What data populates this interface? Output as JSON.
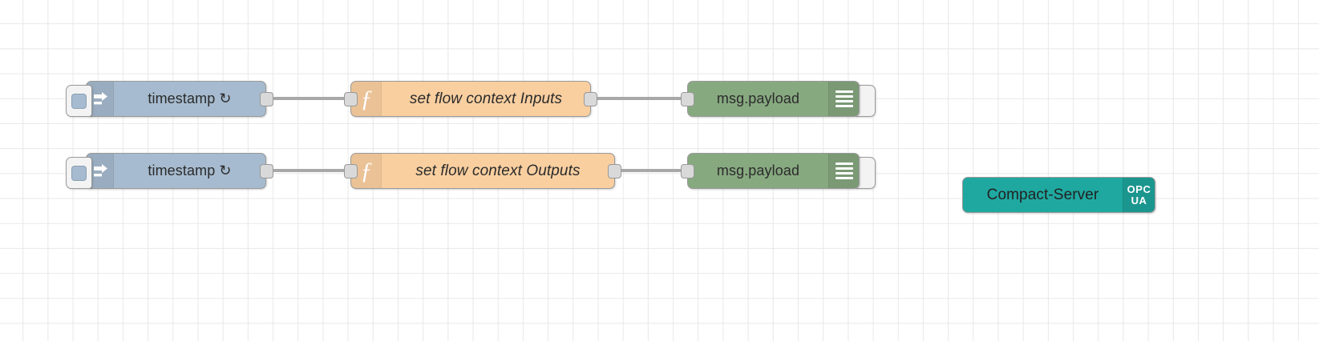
{
  "editor": {
    "name": "node-red-flow-canvas",
    "background": "#ffffff",
    "grid_color": "#e8e8e8"
  },
  "colors": {
    "inject": "#a6bbcf",
    "function": "#f9cfa0",
    "debug": "#87a980",
    "opcua": "#1fa8a0",
    "wire": "#a8a8a8",
    "port": "#d9d9d9",
    "node_border": "#999999"
  },
  "flows": [
    {
      "row": "inputs",
      "inject": {
        "label": "timestamp ↻",
        "icon": "inject-arrow-icon",
        "button": "inject-trigger-button"
      },
      "function": {
        "label": "set flow context Inputs",
        "icon": "function-f-icon"
      },
      "debug": {
        "label": "msg.payload",
        "icon": "debug-bars-icon",
        "toggle": "debug-enable-toggle"
      }
    },
    {
      "row": "outputs",
      "inject": {
        "label": "timestamp ↻",
        "icon": "inject-arrow-icon",
        "button": "inject-trigger-button"
      },
      "function": {
        "label": "set flow context Outputs",
        "icon": "function-f-icon"
      },
      "debug": {
        "label": "msg.payload",
        "icon": "debug-bars-icon",
        "toggle": "debug-enable-toggle"
      }
    }
  ],
  "opcua_server": {
    "label": "Compact-Server",
    "badge_line1": "OPC",
    "badge_line2": "UA",
    "icon": "opc-ua-icon"
  }
}
